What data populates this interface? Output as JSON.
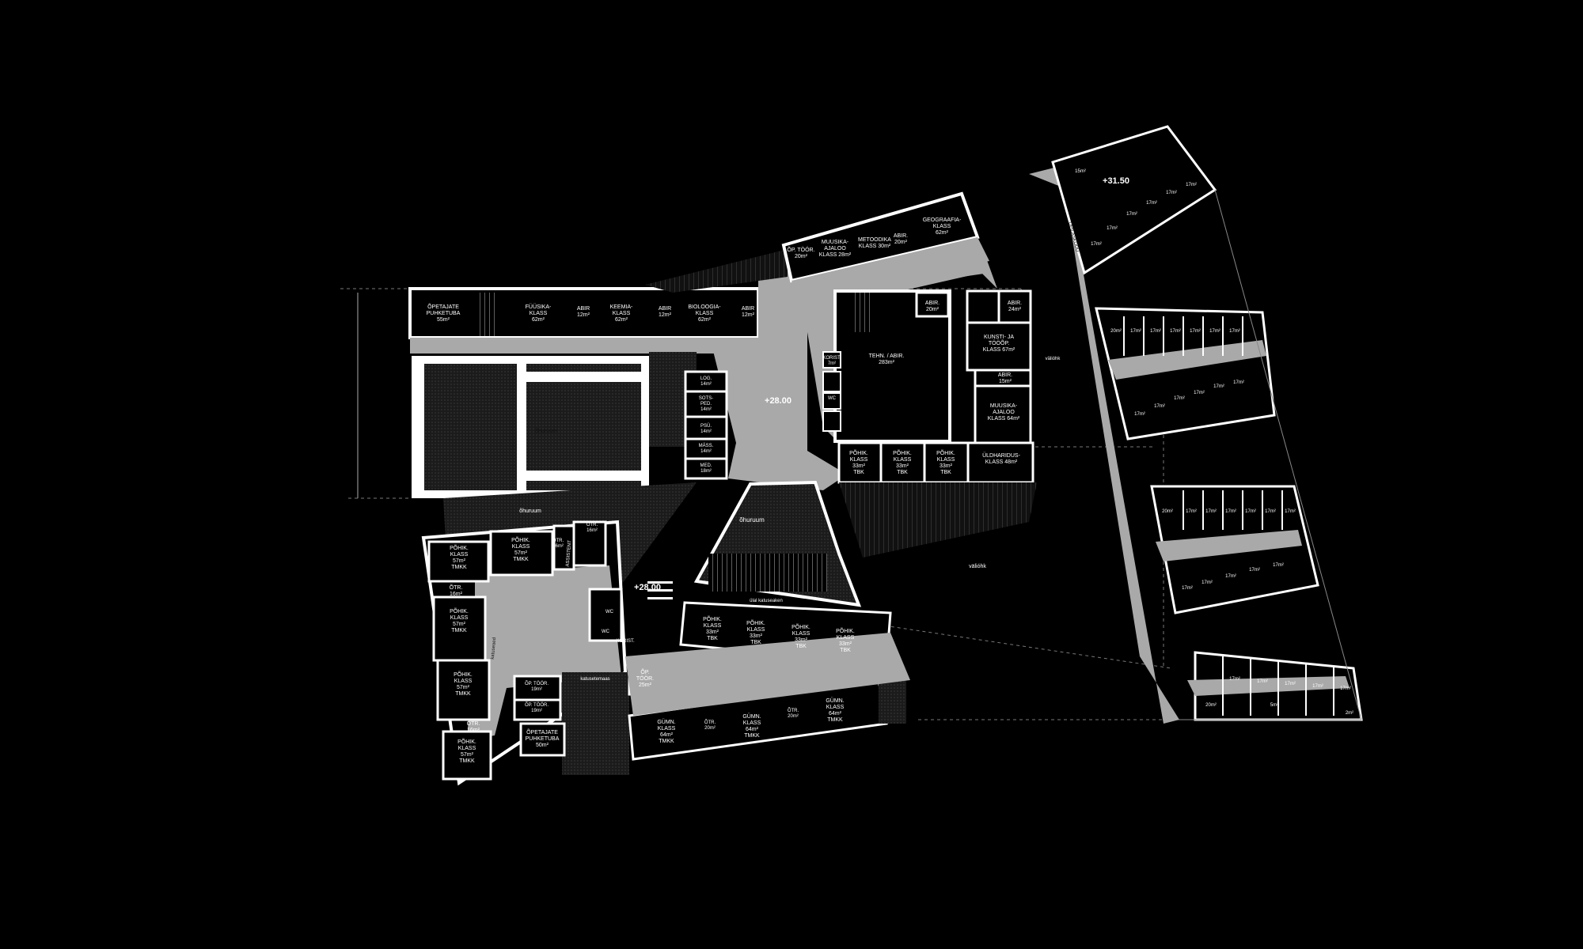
{
  "levels": {
    "main": "+28.00",
    "south": "+28.00",
    "east": "+31.50"
  },
  "spaces": {
    "ohuruum": "õhuruum",
    "valiohk": "välióhk",
    "katuseaed": "katuseaed",
    "katusetemaas": "katusetemaas",
    "ulal_katuseaken": "ülal katuseaken",
    "opilaskodu": "ÕPILASKODU"
  },
  "rooms": {
    "opetajate_top": [
      "ÕPETAJATE",
      "PUHKETUBA",
      "55m²"
    ],
    "fuusika": [
      "FÜÜSIKA-",
      "KLASS",
      "62m²"
    ],
    "keemia": [
      "KEEMIA-",
      "KLASS",
      "62m²"
    ],
    "bioloogia": [
      "BIOLOOGIA-",
      "KLASS",
      "62m²"
    ],
    "abir_12": [
      "ABIR",
      "12m²"
    ],
    "op_toor_20": [
      "ÕP. TÖÖR.",
      "20m²"
    ],
    "muusika_ajaloo_28": [
      "MUUSIKA-",
      "AJALOO",
      "KLASS 28m²"
    ],
    "metoodika": [
      "METOODIKA",
      "KLASS 30m²"
    ],
    "abir_20": [
      "ABIR.",
      "20m²"
    ],
    "geograafia": [
      "GEOGRAAFIA-",
      "KLASS",
      "62m²"
    ],
    "tehn_abir": [
      "TEHN. / ABIR.",
      "283m²"
    ],
    "abir_24": [
      "ABIR.",
      "24m²"
    ],
    "kunsti": [
      "KUNSTI- JA",
      "TÖÖÕP.",
      "KLASS 67m²"
    ],
    "abir_15": [
      "ABIR.",
      "15m²"
    ],
    "muusika_ajaloo_64": [
      "MUUSIKA-",
      "AJALOO",
      "KLASS 64m²"
    ],
    "korist": [
      "KORIST.",
      "7m²"
    ],
    "wc": [
      "WC"
    ],
    "log": [
      "LOG.",
      "14m²"
    ],
    "sots_ped": [
      "SOTS-",
      "PED.",
      "14m²"
    ],
    "psu": [
      "PSÜ.",
      "14m²"
    ],
    "mass": [
      "MÄSS.",
      "14m²"
    ],
    "med": [
      "MED.",
      "18m²"
    ],
    "pohik_tbk": [
      "PÕHIK.",
      "KLASS",
      "33m²",
      "TBK"
    ],
    "uldharidus": [
      "ÜLDHARIDUS-",
      "KLASS 48m²"
    ],
    "pohik_tmkk": [
      "PÕHIK.",
      "KLASS",
      "57m²",
      "TMKK"
    ],
    "otr_16": [
      "ÕTR.",
      "16m²"
    ],
    "assistent": [
      "ASSISTENT"
    ],
    "op_toor_19": [
      "ÕP. TÖÖR.",
      "19m²"
    ],
    "opetajate_bottom": [
      "ÕPETAJATE",
      "PUHKETUBA",
      "50m²"
    ],
    "op_toor_25": [
      "ÕP.",
      "TÖÖR.",
      "25m²"
    ],
    "gumn": [
      "GÜMN.",
      "KLASS",
      "64m²",
      "TMKK"
    ],
    "otr_20": [
      "ÕTR.",
      "20m²"
    ],
    "dorm_17": "17m²",
    "dorm_20": "20m²",
    "dorm_15": "15m²",
    "dorm_5": "5m²",
    "dorm_2": "2m²"
  }
}
